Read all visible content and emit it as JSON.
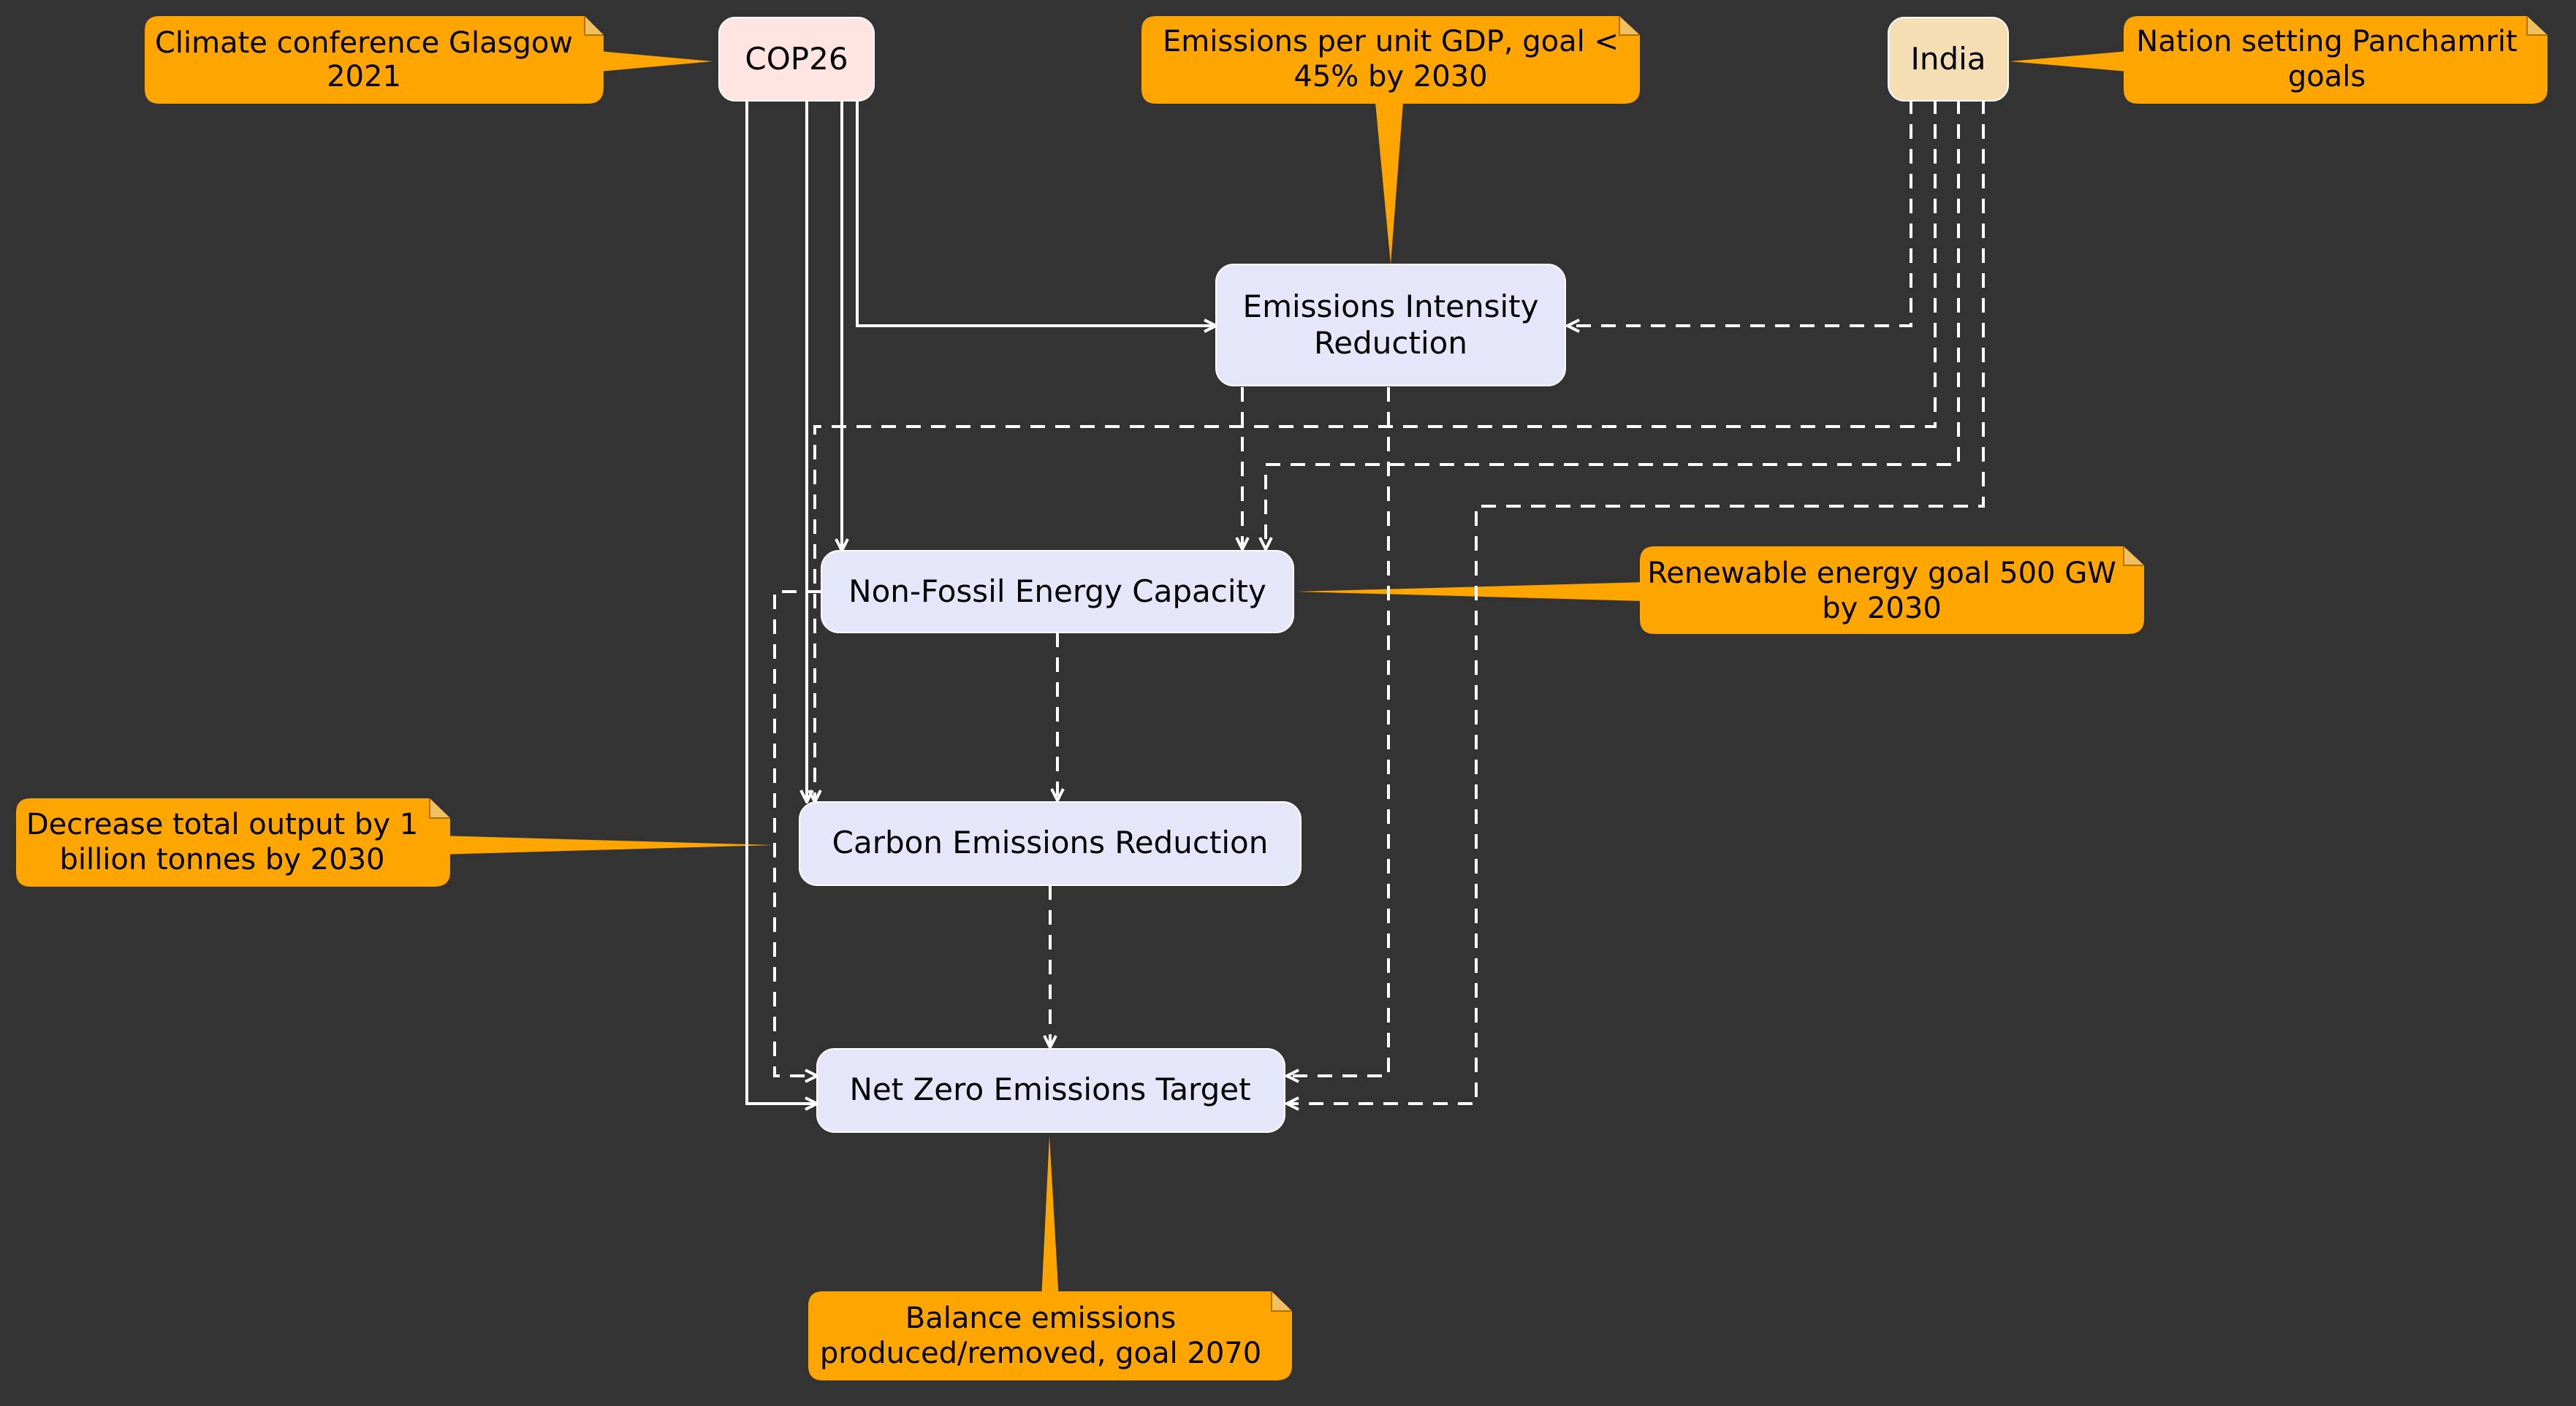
{
  "diagram": {
    "nodes": {
      "cop26": {
        "label": "COP26"
      },
      "india": {
        "label": "India"
      },
      "intensity": {
        "line1": "Emissions Intensity",
        "line2": "Reduction"
      },
      "nonfossil": {
        "label": "Non-Fossil Energy Capacity"
      },
      "carbon": {
        "label": "Carbon Emissions Reduction"
      },
      "netzero": {
        "label": "Net Zero Emissions Target"
      }
    },
    "notes": {
      "cop26": {
        "line1": "Climate conference Glasgow",
        "line2": "2021"
      },
      "india": {
        "line1": "Nation setting Panchamrit",
        "line2": "goals"
      },
      "intensity": {
        "line1": "Emissions per unit GDP, goal <",
        "line2": "45% by 2030"
      },
      "nonfossil": {
        "line1": "Renewable energy goal 500 GW",
        "line2": "by 2030"
      },
      "carbon": {
        "line1": "Decrease total output by 1",
        "line2": "billion tonnes by 2030"
      },
      "netzero": {
        "line1": "Balance emissions",
        "line2": "produced/removed, goal 2070"
      }
    },
    "colors": {
      "background": "#333333",
      "cop26_fill": "#FFE4E1",
      "india_fill": "#F5DEB3",
      "process_fill": "#E6E6FA",
      "note_fill": "#FFA500",
      "edge": "#FFFFFF"
    }
  }
}
